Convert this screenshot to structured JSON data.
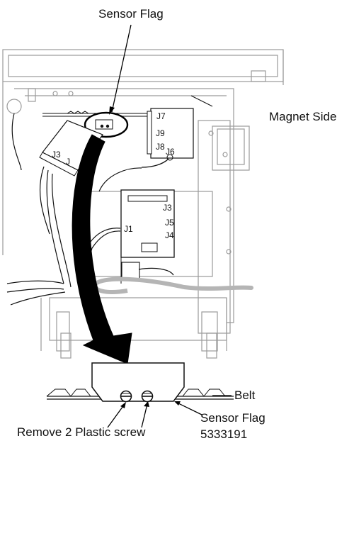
{
  "labels": {
    "sensor_flag_top": "Sensor Flag",
    "magnet_side": "Magnet Side",
    "belt": "Belt",
    "sensor_flag_bottom": "Sensor Flag",
    "part_number": "5333191",
    "remove_screws": "Remove 2 Plastic screw"
  },
  "connectors": {
    "j7": "J7",
    "j9": "J9",
    "j8": "J8",
    "j6": "J6",
    "j3_left": "J3",
    "j_left": "J",
    "j3_main": "J3",
    "j5": "J5",
    "j4": "J4",
    "j1": "J1"
  },
  "colors": {
    "line": "#111111",
    "light_line": "#9a9a9a",
    "arrow": "#000000",
    "cable_gray": "#b5b5b5"
  }
}
